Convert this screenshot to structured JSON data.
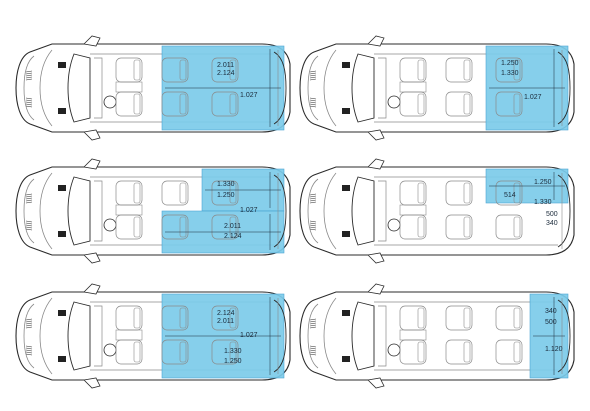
{
  "diagrams": [
    {
      "labels": [
        "2.011",
        "2.124",
        "1.027"
      ]
    },
    {
      "labels": [
        "1.250",
        "1.330",
        "1.027"
      ]
    },
    {
      "labels": [
        "1.330",
        "1.250",
        "1.027",
        "2.011",
        "2.124"
      ]
    },
    {
      "labels": [
        "1.250",
        "514",
        "1.330",
        "500",
        "340"
      ]
    },
    {
      "labels": [
        "2.124",
        "2.011",
        "1.027",
        "1.330",
        "1.250"
      ]
    },
    {
      "labels": [
        "340",
        "500",
        "1.120"
      ]
    }
  ],
  "colors": {
    "cargo": "#7ccbea",
    "cargo_edge": "#3f9fcf",
    "outline": "#2b2b2b",
    "detail": "#8a8a8a"
  }
}
